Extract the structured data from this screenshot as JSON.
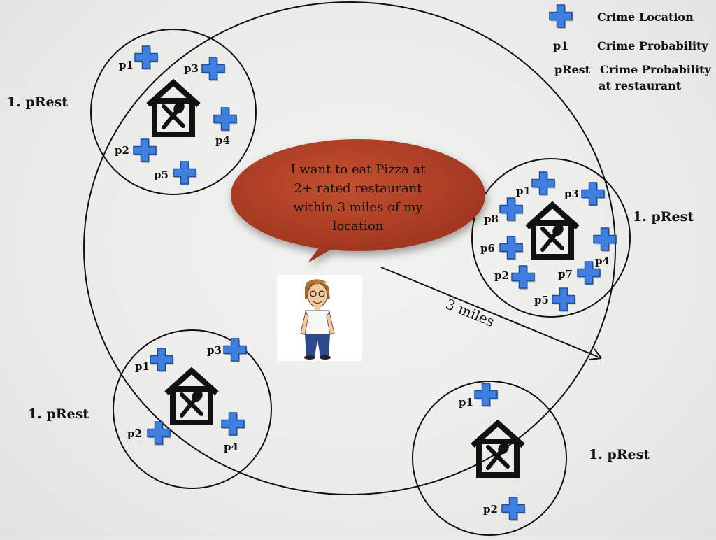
{
  "legend": {
    "crime_location": "Crime Location",
    "p1_key": "p1",
    "p1_value": "Crime Probability",
    "prest_key": "pRest",
    "prest_value_line1": "Crime Probability",
    "prest_value_line2": "at restaurant"
  },
  "speech_bubble": {
    "line1": "I want to eat Pizza at",
    "line2": "2+ rated restaurant",
    "line3": "within 3 miles of my",
    "line4": "location"
  },
  "radius_label": "3 miles",
  "restaurants": [
    {
      "label": "1. pRest",
      "crimes": [
        "p1",
        "p3",
        "p4",
        "p2",
        "p5"
      ]
    },
    {
      "label": "1. pRest",
      "crimes": [
        "p1",
        "p3",
        "p8",
        "p6",
        "p4",
        "p2",
        "p7",
        "p5"
      ]
    },
    {
      "label": "1. pRest",
      "crimes": [
        "p1",
        "p3",
        "p2",
        "p4"
      ]
    },
    {
      "label": "1. pRest",
      "crimes": [
        "p1",
        "p2"
      ]
    }
  ],
  "colors": {
    "cross_fill": "#3f7fe0",
    "cross_stroke": "#1d4f9a",
    "bubble_fill": "#b5412a",
    "outline": "#111111"
  },
  "icons": {
    "restaurant": "restaurant-house-icon",
    "crime": "crime-cross-icon",
    "person": "person-avatar-icon"
  }
}
